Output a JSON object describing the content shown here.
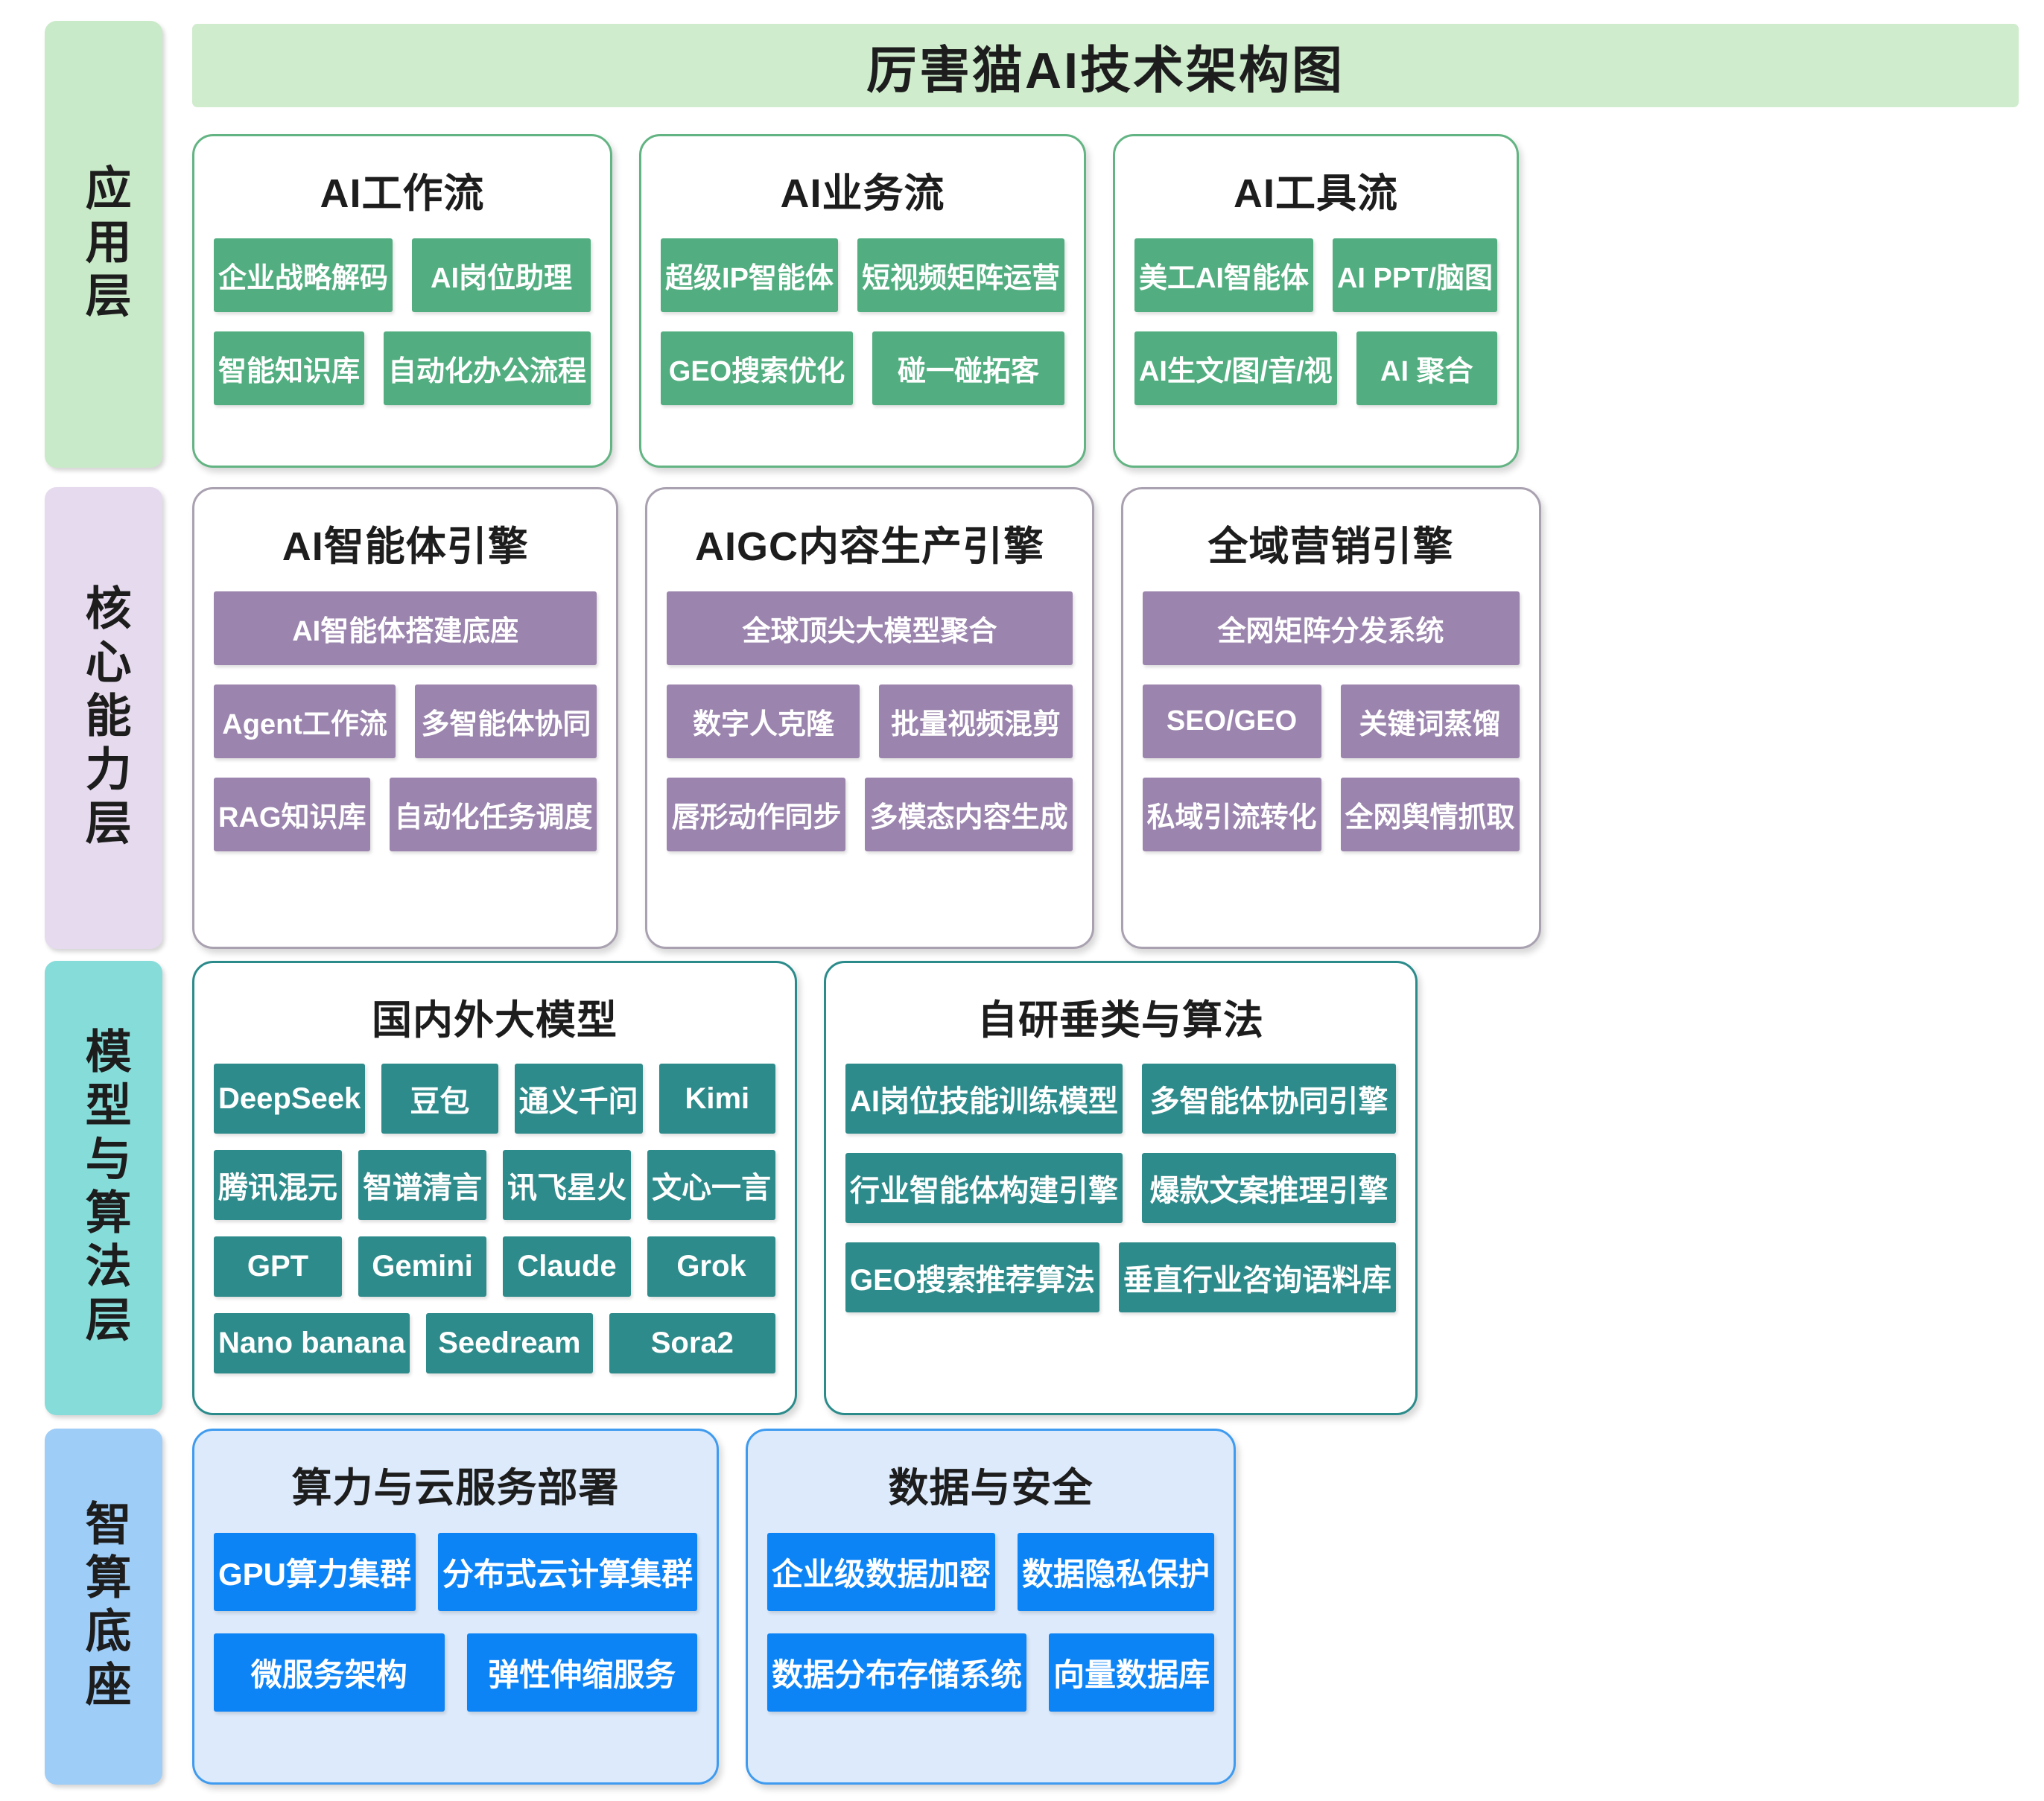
{
  "title": "厉害猫AI技术架构图",
  "layers": [
    {
      "id": "app",
      "side_label": "应用层",
      "side_color": "#c9eac8",
      "chip_color": "#52ae80",
      "groups": [
        {
          "title": "AI工作流",
          "rows": [
            [
              "企业战略解码",
              "AI岗位助理"
            ],
            [
              "智能知识库",
              "自动化办公流程"
            ]
          ]
        },
        {
          "title": "AI业务流",
          "rows": [
            [
              "超级IP智能体",
              "短视频矩阵运营"
            ],
            [
              "GEO搜索优化",
              "碰一碰拓客"
            ]
          ]
        },
        {
          "title": "AI工具流",
          "rows": [
            [
              "美工AI智能体",
              "AI PPT/脑图"
            ],
            [
              "AI生文/图/音/视",
              "AI 聚合"
            ]
          ]
        }
      ]
    },
    {
      "id": "core",
      "side_label": "核心能力层",
      "side_color": "#e6dbee",
      "chip_color": "#9b84ad",
      "groups": [
        {
          "title": "AI智能体引擎",
          "rows": [
            [
              "AI智能体搭建底座"
            ],
            [
              "Agent工作流",
              "多智能体协同"
            ],
            [
              "RAG知识库",
              "自动化任务调度"
            ]
          ]
        },
        {
          "title": "AIGC内容生产引擎",
          "rows": [
            [
              "全球顶尖大模型聚合"
            ],
            [
              "数字人克隆",
              "批量视频混剪"
            ],
            [
              "唇形动作同步",
              "多模态内容生成"
            ]
          ]
        },
        {
          "title": "全域营销引擎",
          "rows": [
            [
              "全网矩阵分发系统"
            ],
            [
              "SEO/GEO",
              "关键词蒸馏"
            ],
            [
              "私域引流转化",
              "全网舆情抓取"
            ]
          ]
        }
      ]
    },
    {
      "id": "model",
      "side_label": "模型与算法层",
      "side_color": "#86dcd9",
      "chip_color": "#2e8b8b",
      "groups": [
        {
          "title": "国内外大模型",
          "rows": [
            [
              "DeepSeek",
              "豆包",
              "通义千问",
              "Kimi"
            ],
            [
              "腾讯混元",
              "智谱清言",
              "讯飞星火",
              "文心一言"
            ],
            [
              "GPT",
              "Gemini",
              "Claude",
              "Grok"
            ],
            [
              "Nano banana",
              "Seedream",
              "Sora2"
            ]
          ]
        },
        {
          "title": "自研垂类与算法",
          "rows": [
            [
              "AI岗位技能训练模型",
              "多智能体协同引擎"
            ],
            [
              "行业智能体构建引擎",
              "爆款文案推理引擎"
            ],
            [
              "GEO搜索推荐算法",
              "垂直行业咨询语料库"
            ]
          ]
        }
      ]
    },
    {
      "id": "infra",
      "side_label": "智算底座",
      "side_color": "#9ecdf7",
      "chip_color": "#0d84f5",
      "groups": [
        {
          "title": "算力与云服务部署",
          "rows": [
            [
              "GPU算力集群",
              "分布式云计算集群"
            ],
            [
              "微服务架构",
              "弹性伸缩服务"
            ]
          ]
        },
        {
          "title": "数据与安全",
          "rows": [
            [
              "企业级数据加密",
              "数据隐私保护"
            ],
            [
              "数据分布存储系统",
              "向量数据库"
            ]
          ]
        }
      ]
    }
  ]
}
